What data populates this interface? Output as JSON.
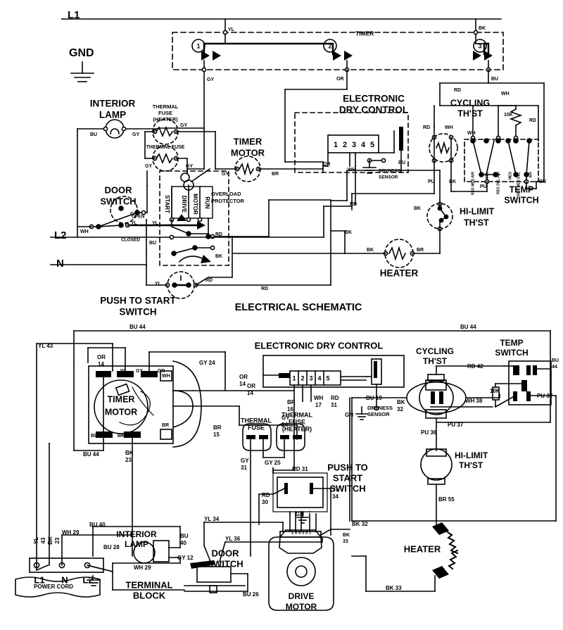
{
  "document": {
    "type": "appliance-wiring-diagram",
    "schematic_title": "ELECTRICAL SCHEMATIC",
    "ground_label": "GND"
  },
  "schematic": {
    "supply": {
      "l1": "L1",
      "l2": "L2",
      "n": "N"
    },
    "components": {
      "timer": "TIMER",
      "timer_contacts": [
        "1",
        "2",
        "3"
      ],
      "interior_lamp": "INTERIOR\nLAMP",
      "interior_lamp_line1": "INTERIOR",
      "interior_lamp_line2": "LAMP",
      "thermal_fuse_heater_line1": "THERMAL",
      "thermal_fuse_heater_line2": "FUSE",
      "thermal_fuse_heater_line3": "(HEATER)",
      "thermal_fuse": "THERMAL FUSE",
      "timer_motor_line1": "TIMER",
      "timer_motor_line2": "MOTOR",
      "door_switch_line1": "DOOR",
      "door_switch_line2": "SWITCH",
      "door_open": "OPEN",
      "door_closed": "CLOSED",
      "overload_line1": "OVERLOAD",
      "overload_line2": "PROTECTOR",
      "drive_motor_start": "START",
      "drive_motor_drive": "DRIVE",
      "drive_motor_motor": "MOTOR",
      "drive_motor_run": "RUN",
      "push_to_start_line1": "PUSH TO START",
      "push_to_start_line2": "SWITCH",
      "electronic_dry_control_line1": "ELECTRONIC",
      "electronic_dry_control_line2": "DRY CONTROL",
      "edc_terminals": [
        "1",
        "2",
        "3",
        "4",
        "5"
      ],
      "dryness_sensor_line1": "DRYNESS",
      "dryness_sensor_line2": "SENSOR",
      "cycling_thst_line1": "CYCLING",
      "cycling_thst_line2": "TH'ST",
      "resistor_value": "10K",
      "temp_switch_line1": "TEMP",
      "temp_switch_line2": "SWITCH",
      "temp_switch_positions": [
        "REG MED AIR",
        "DEL",
        "REG DEL AIR",
        "MED",
        "REG MED DEL",
        "AIR"
      ],
      "hi_limit_line1": "HI-LIMIT",
      "hi_limit_line2": "TH'ST",
      "heater": "HEATER"
    },
    "wire_colors": {
      "yl_timer": "YL",
      "bk_timer": "BK",
      "gy_c1": "GY",
      "or_c2": "OR",
      "bu_c3": "BU",
      "bu_lamp": "BU",
      "gy_lamp": "GY",
      "gy_tf_heater": "GY",
      "gy_tf_left": "GY",
      "gy_tf_right": "GY",
      "gy_timer_motor_in": "GY",
      "br_timer_motor_out": "BR",
      "or_edc": "OR",
      "wh_edc": "WH",
      "bu_edc": "BU",
      "gy_door": "GY",
      "wh_door": "WH",
      "yl_door": "YL",
      "yl_motor": "YL",
      "bu_motor": "BU",
      "rd_motor": "RD",
      "bk_motor": "BK",
      "yl_pts": "YL",
      "rd_pts": "RD",
      "rd_run": "RD",
      "rd_mid": "RD",
      "bk_heater_left": "BK",
      "bk_heater_in": "BK",
      "br_heater_out": "BR",
      "bk_hilimit": "BK",
      "rd_cycling_top": "RD",
      "rd_cycling_left": "RD",
      "wh_cycling": "WH",
      "pu_cycling": "PU",
      "bk_cycling": "BK",
      "wh_temp": "WH",
      "wh_10k": "WH",
      "rd_temp_right": "RD",
      "pu_temp": "PU",
      "bu_temp": "BU"
    }
  },
  "wiring": {
    "components": {
      "electronic_dry_control": "ELECTRONIC DRY CONTROL",
      "edc_terminals": [
        "1",
        "2",
        "3",
        "4",
        "5"
      ],
      "dryness_sensor_line1": "DRYNESS",
      "dryness_sensor_line2": "SENSOR",
      "timer_motor_line1": "TIMER",
      "timer_motor_line2": "MOTOR",
      "timer_term_or": "OR",
      "timer_term_yl": "YL",
      "timer_term_gy": "GY",
      "timer_term_bu": "BU",
      "timer_term_bk": "BK",
      "timer_term_wh": "WH",
      "timer_term_br": "BR",
      "thermal_fuse_line1": "THERMAL",
      "thermal_fuse_line2": "FUSE",
      "thermal_fuse_heater_line1": "THERMAL",
      "thermal_fuse_heater_line2": "FUSE",
      "thermal_fuse_heater_line3": "(HEATER)",
      "push_to_start_line1": "PUSH TO",
      "push_to_start_line2": "START",
      "push_to_start_line3": "SWITCH",
      "cycling_thst_line1": "CYCLING",
      "cycling_thst_line2": "TH'ST",
      "temp_switch_line1": "TEMP",
      "temp_switch_line2": "SWITCH",
      "temp_sw_terms": [
        "RD",
        "BU",
        "WH",
        "PU"
      ],
      "resistor_value": "10K",
      "hi_limit_line1": "HI-LIMIT",
      "hi_limit_line2": "TH'ST",
      "heater": "HEATER",
      "interior_lamp_line1": "INTERIOR",
      "interior_lamp_line2": "LAMP",
      "door_switch_line1": "DOOR",
      "door_switch_line2": "SWITCH",
      "drive_motor_line1": "DRIVE",
      "drive_motor_line2": "MOTOR",
      "drive_motor_pins": "2 6 4 3  5 1",
      "terminal_block_line1": "TERMINAL",
      "terminal_block_line2": "BLOCK",
      "power_cord": "POWER CORD",
      "supply_l1": "L1",
      "supply_n": "N",
      "supply_l2": "L2"
    },
    "wire_labels": {
      "bu44_top_left": "BU 44",
      "bu44_top_right": "BU 44",
      "yl43_top": "YL 43",
      "or14_a": "OR\n14",
      "or14_a1": "OR",
      "or14_a2": "14",
      "gy24_top": "GY 24",
      "or14_b1": "OR",
      "or14_b2": "14",
      "br15_1": "BR",
      "br15_2": "15",
      "bu44_lower": "BU 44",
      "bk23_1": "BK",
      "bk23_2": "23",
      "br16_1": "BR",
      "br16_2": "16",
      "wh17_1": "WH",
      "wh17_2": "17",
      "rd31_1": "RD",
      "rd31_2": "31",
      "bu19": "BU 19",
      "gn_ground": "GN",
      "gy24_mid_1": "GY",
      "gy24_mid_2": "24",
      "gy31_1": "GY",
      "gy31_2": "31",
      "gy25": "GY 25",
      "rd31_sw": "RD 31",
      "rd30_1": "RD",
      "rd30_2": "30",
      "yl34_sw_1": "YL",
      "yl34_sw_2": "34",
      "gn_sw": "GN",
      "rd42": "RD 42",
      "wh38": "WH 38",
      "pu37_right": "PU 37",
      "pu37": "PU 37",
      "pu36": "PU 36",
      "bk32_right_1": "BK",
      "bk32_right_2": "32",
      "br55": "BR 55",
      "bk32_lower": "BK 32",
      "bk33_right_1": "BK",
      "bk33_right_2": "33",
      "bk33_bottom": "BK 33",
      "bu44_temp_1": "BU",
      "bu44_temp_2": "44",
      "yl43_left_1": "YL",
      "yl43_left_2": "43",
      "bk23_left_1": "BK",
      "bk23_left_2": "23",
      "wh29_top": "WH 29",
      "bu40_top": "BU 40",
      "bu28": "BU 28",
      "bu40_lamp_1": "BU",
      "bu40_lamp_2": "40",
      "gy12": "GY 12",
      "wh29_lower": "WH 29",
      "yl34": "YL 34",
      "yl36": "YL 36",
      "bu28_lower": "BU 28",
      "bu26": "BU 26"
    }
  },
  "colors": {
    "ink": "#000000",
    "paper": "#ffffff"
  }
}
